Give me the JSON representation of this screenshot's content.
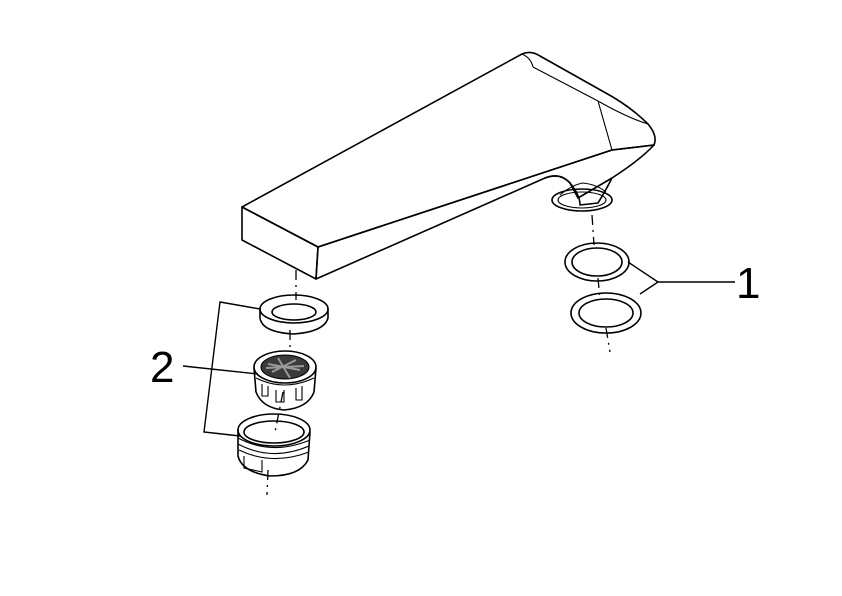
{
  "callouts": [
    {
      "id": "1",
      "label": "1"
    },
    {
      "id": "2",
      "label": "2"
    }
  ],
  "colors": {
    "line": "#000000",
    "background": "#ffffff",
    "fill_white": "#ffffff"
  },
  "parts": {
    "spout": "spout-body",
    "seals_pair": "o-ring-pair",
    "aerator_assembly": "aerator-set"
  }
}
